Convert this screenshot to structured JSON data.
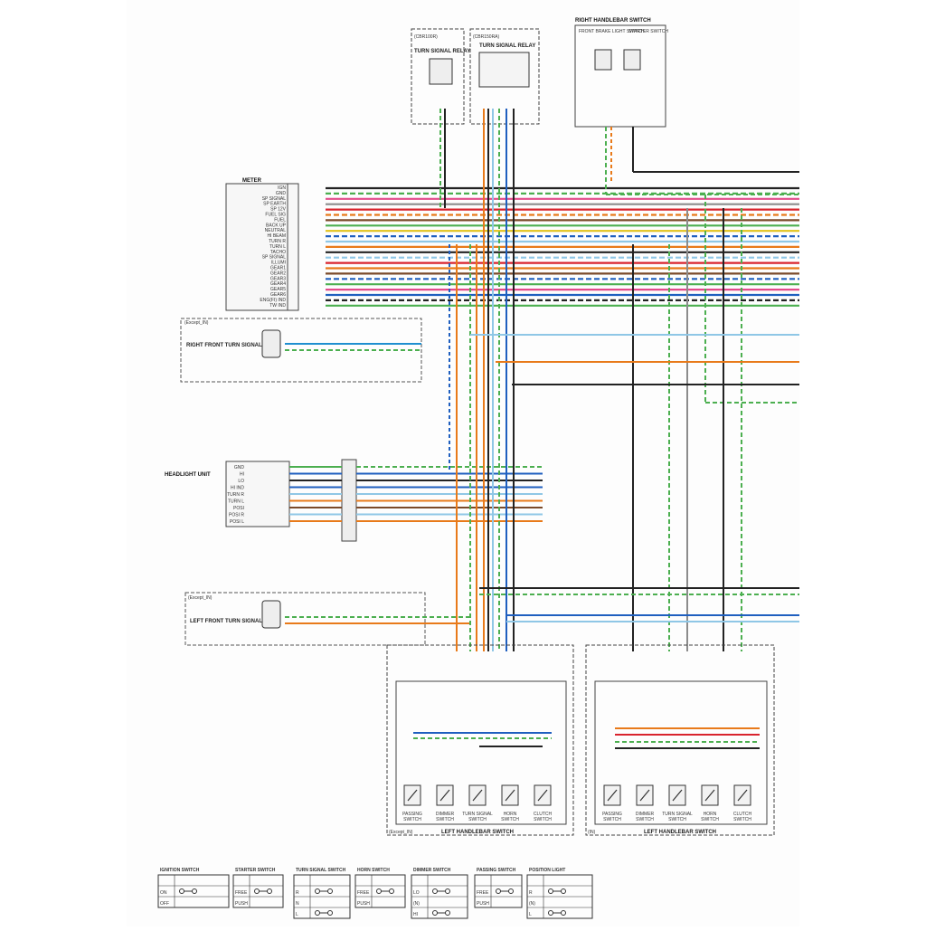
{
  "blocks": {
    "cbr100r": "(CBR100R)",
    "turn_relay_a": "TURN SIGNAL RELAY",
    "cbr150ra": "(CBR150RA)",
    "turn_relay_b": "TURN SIGNAL RELAY",
    "right_hb": "RIGHT HANDLEBAR SWITCH",
    "front_brake": "FRONT BRAKE LIGHT SWITCH",
    "starter_sw": "STARTER SWITCH",
    "meter": "METER",
    "rf_turn": "RIGHT FRONT TURN SIGNAL LIGHT",
    "except_in_1": "(Except_IN)",
    "headlight": "HEADLIGHT UNIT",
    "lf_turn": "LEFT FRONT TURN SIGNAL LIGHT",
    "except_in_2": "(Except_IN)",
    "left_hb_1": "LEFT HANDLEBAR SWITCH",
    "left_hb_2": "LEFT HANDLEBAR SWITCH",
    "except_in_3": "(Except_IN)",
    "in_tag": "(IN)"
  },
  "meter_pins": [
    "IGN",
    "GND",
    "SP SIGNAL",
    "SP EARTH",
    "SP 12V",
    "FUEL SIG",
    "FUEL",
    "BACK UP",
    "NEUTRAL",
    "HI BEAM",
    "TURN R",
    "TURN L",
    "TACHO",
    "SP SIGNAL",
    "ILLUMI",
    "GEAR1",
    "GEAR2",
    "GEAR3",
    "GEAR4",
    "GEAR5",
    "GEAR6",
    "ENG(FI) IND",
    "TW IND"
  ],
  "sub_switches": [
    "PASSING SWITCH",
    "DIMMER SWITCH",
    "TURN SIGNAL SWITCH",
    "HORN SWITCH",
    "CLUTCH SWITCH"
  ],
  "sub_switches_2": [
    "PASSING SWITCH",
    "DIMMER SWITCH",
    "TURN SIGNAL SWITCH",
    "HORN SWITCH",
    "CLUTCH SWITCH"
  ],
  "headlight_pins": [
    "GND",
    "HI",
    "LO",
    "HI IND",
    "TURN R",
    "TURN L",
    "POSI",
    "POSI R",
    "POSI L"
  ],
  "legend": {
    "ignition": {
      "title": "IGNITION SWITCH",
      "rows": [
        "ON",
        "OFF"
      ]
    },
    "starter": {
      "title": "STARTER SWITCH",
      "rows": [
        "FREE",
        "PUSH"
      ]
    },
    "turn": {
      "title": "TURN SIGNAL SWITCH",
      "rows": [
        "R",
        "N",
        "L"
      ]
    },
    "horn": {
      "title": "HORN SWITCH",
      "rows": [
        "FREE",
        "PUSH"
      ]
    },
    "dimmer": {
      "title": "DIMMER SWITCH",
      "rows": [
        "LO",
        "(N)",
        "HI"
      ]
    },
    "passing": {
      "title": "PASSING SWITCH",
      "rows": [
        "FREE",
        "PUSH"
      ]
    },
    "position": {
      "title": "POSITION LIGHT",
      "rows": [
        "R",
        "(N)",
        "L"
      ]
    }
  },
  "colors": {
    "green_dash": "#4caf50",
    "black": "#222222",
    "blue": "#1f5fbf",
    "orange": "#e87a1a",
    "lightblue": "#8fc7e6",
    "red": "#d9232d",
    "pink": "#e24b8a",
    "brown": "#7a4a2a",
    "gray": "#8c8c8c",
    "yellow": "#e3c21a"
  }
}
